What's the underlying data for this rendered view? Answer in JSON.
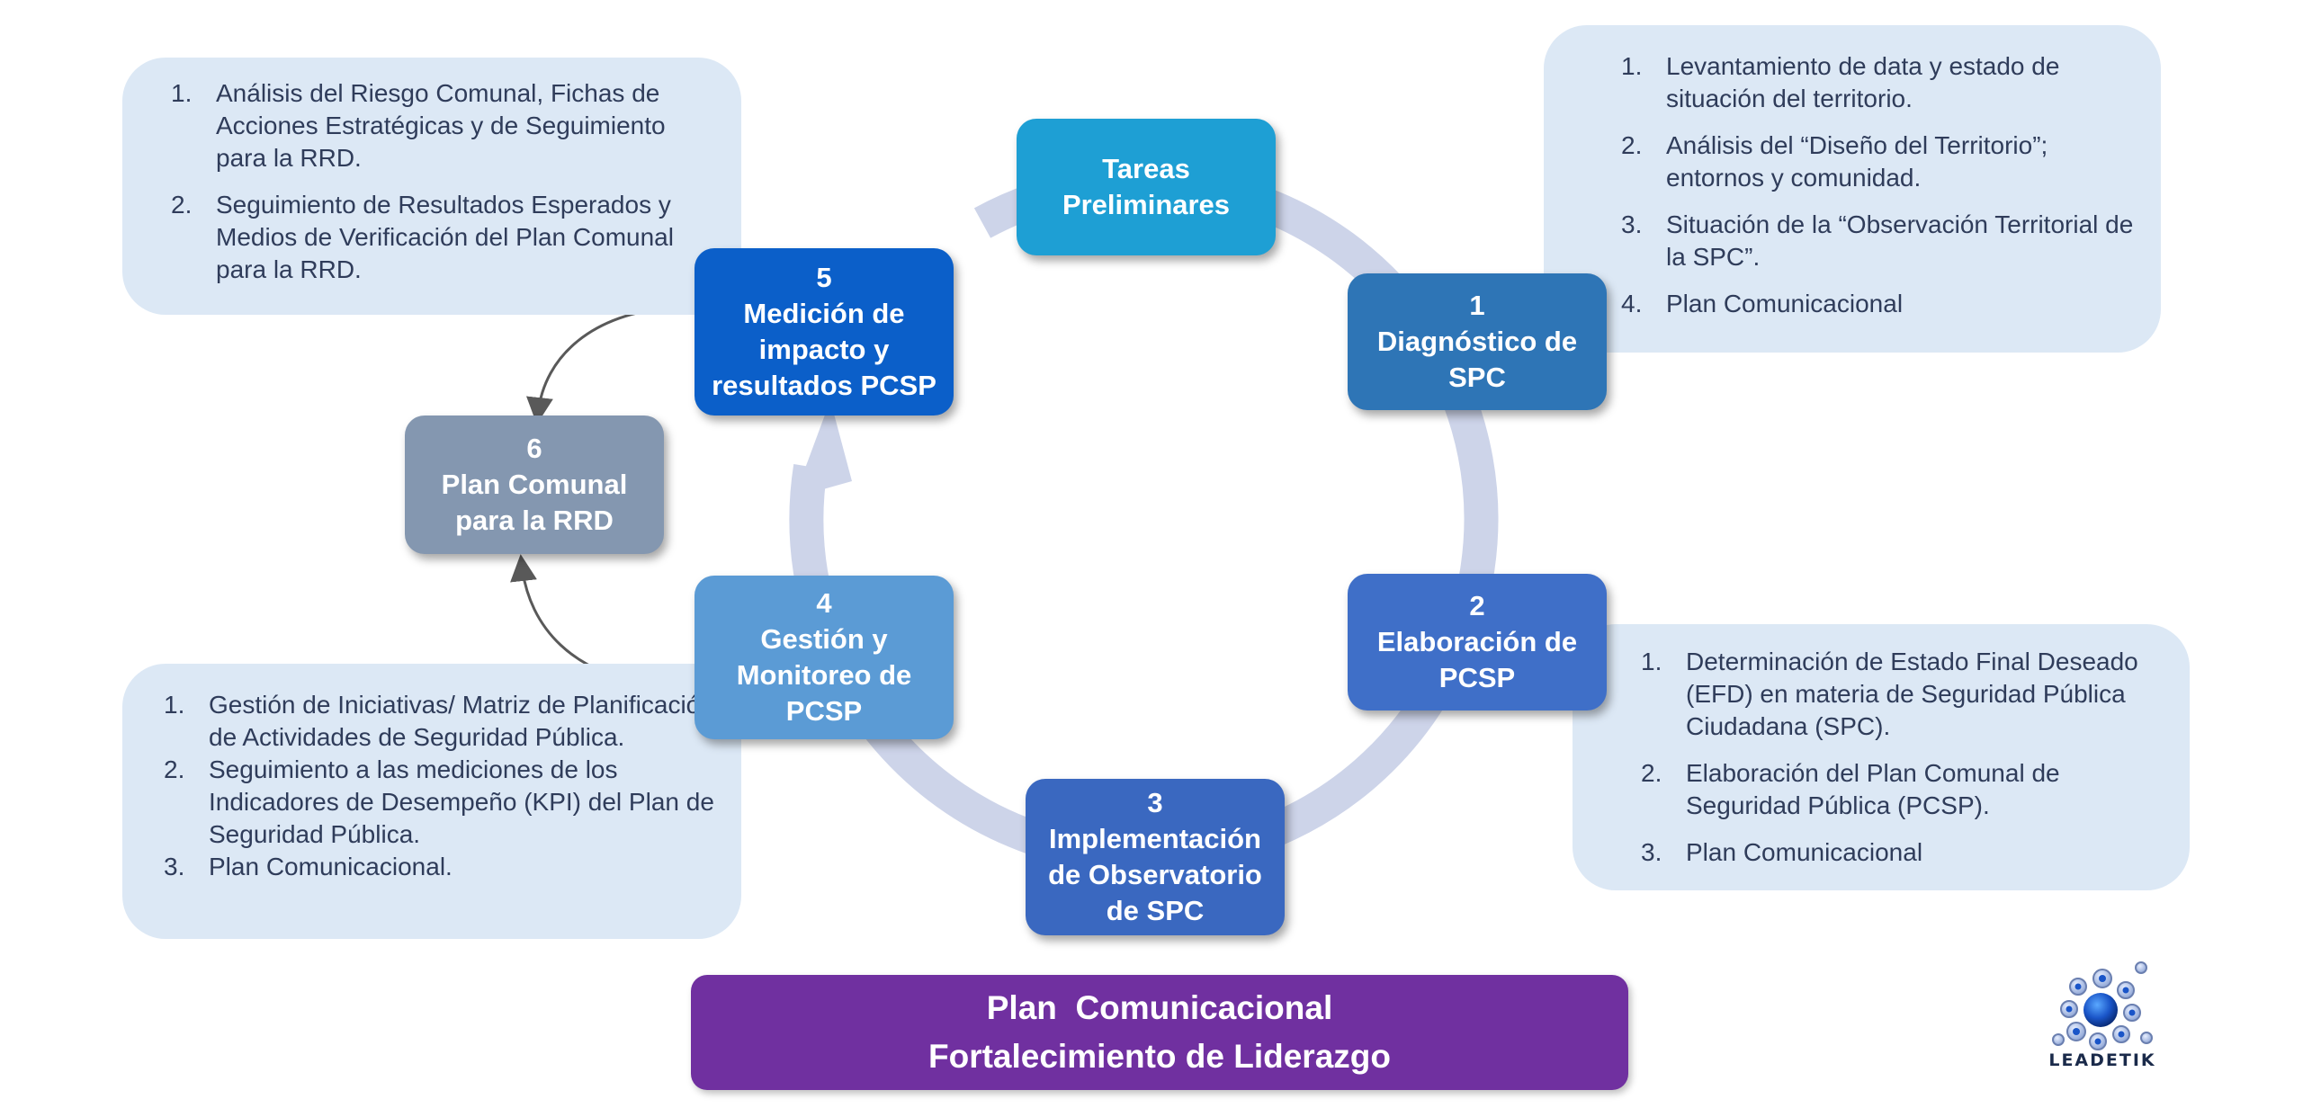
{
  "stages": {
    "prelim": {
      "lines": [
        "Tareas",
        "Preliminares"
      ],
      "color": "#1e9fd4"
    },
    "s1": {
      "lines": [
        "1",
        "Diagnóstico de",
        "SPC"
      ],
      "color": "#2e75b6"
    },
    "s2": {
      "lines": [
        "2",
        "Elaboración de",
        "PCSP"
      ],
      "color": "#3f6fc8"
    },
    "s3": {
      "lines": [
        "3",
        "Implementación",
        "de Observatorio",
        "de SPC"
      ],
      "color": "#3a68c0"
    },
    "s4": {
      "lines": [
        "4",
        "Gestión y",
        "Monitoreo de",
        "PCSP"
      ],
      "color": "#5b9bd5"
    },
    "s5": {
      "lines": [
        "5",
        "Medición de",
        "impacto y",
        "resultados  PCSP"
      ],
      "color": "#0b5fc9"
    },
    "s6": {
      "lines": [
        "6",
        "Plan Comunal",
        "para la RRD"
      ],
      "color": "#8497b0"
    }
  },
  "info_boxes": {
    "top_left": [
      {
        "num": "1.",
        "text": "Análisis del Riesgo Comunal, Fichas de Acciones Estratégicas y de Seguimiento para la RRD."
      },
      {
        "num": "2.",
        "text": "Seguimiento de Resultados Esperados y Medios de Verificación del Plan Comunal para la RRD."
      }
    ],
    "top_right": [
      {
        "num": "1.",
        "text": "Levantamiento de data y estado de situación del territorio."
      },
      {
        "num": "2.",
        "text": "Análisis del “Diseño del Territorio”; entornos y comunidad."
      },
      {
        "num": "3.",
        "text": "Situación de la “Observación Territorial de la SPC”."
      },
      {
        "num": "4.",
        "text": "Plan Comunicacional"
      }
    ],
    "bottom_left": [
      {
        "num": "1.",
        "text": "Gestión de Iniciativas/ Matriz de Planificación de Actividades de Seguridad Pública."
      },
      {
        "num": "2.",
        "text": "Seguimiento a las mediciones de los Indicadores de Desempeño (KPI) del Plan de Seguridad Pública."
      },
      {
        "num": "3.",
        "text": "Plan Comunicacional."
      }
    ],
    "bottom_right": [
      {
        "num": "1.",
        "text": "Determinación de Estado Final Deseado (EFD) en materia de Seguridad Pública Ciudadana (SPC)."
      },
      {
        "num": "2.",
        "text": "Elaboración del Plan Comunal de Seguridad Pública (PCSP)."
      },
      {
        "num": "3.",
        "text": "Plan Comunicacional"
      }
    ]
  },
  "banner": {
    "line1": "Plan  Comunicacional",
    "line2": "Fortalecimiento de Liderazgo"
  },
  "logo": {
    "text": "LEADETIK"
  },
  "colors": {
    "ring": "#cdd4e9",
    "connector": "#595959",
    "info_bg": "#dce8f5",
    "banner": "#7030a0"
  }
}
